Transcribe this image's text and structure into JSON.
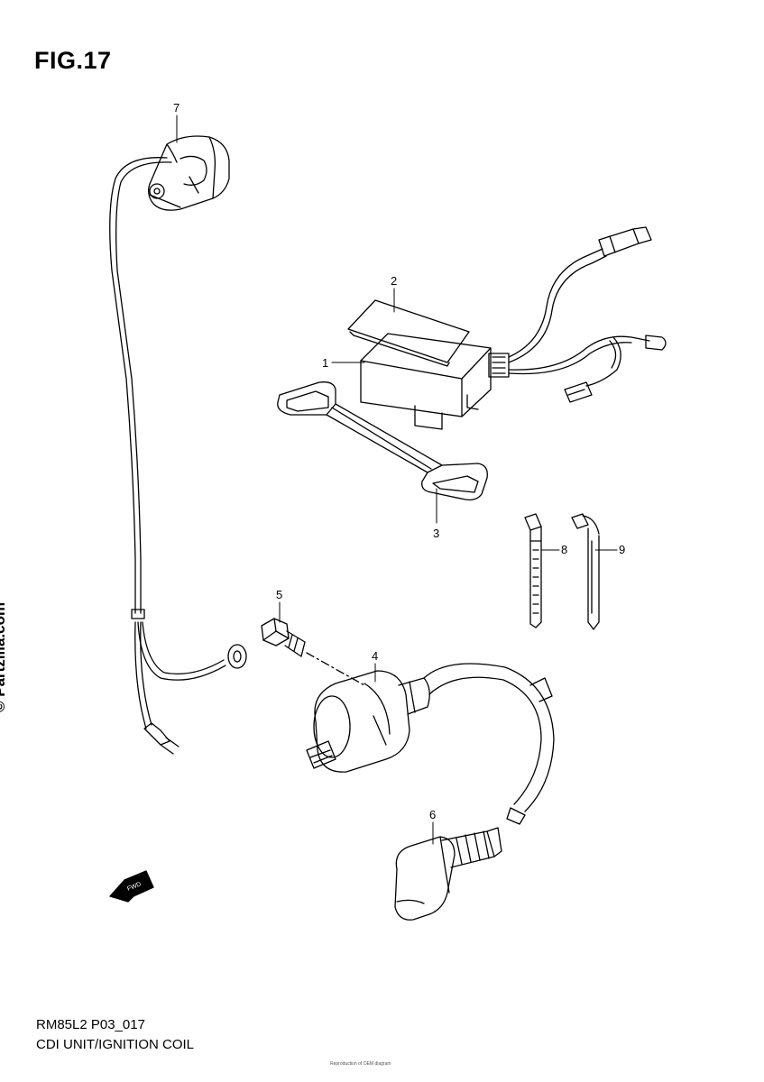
{
  "figure_title": "FIG.17",
  "watermark": "© Partzilla.com",
  "footer": {
    "code": "RM85L2 P03_017",
    "title": "CDI UNIT/IGNITION COIL",
    "fine_print": "Reproduction of OEM diagram"
  },
  "fwd_label": "FWD",
  "callouts": {
    "c1": "1",
    "c2": "2",
    "c3": "3",
    "c4": "4",
    "c5": "5",
    "c6": "6",
    "c7": "7",
    "c8": "8",
    "c9": "9"
  }
}
